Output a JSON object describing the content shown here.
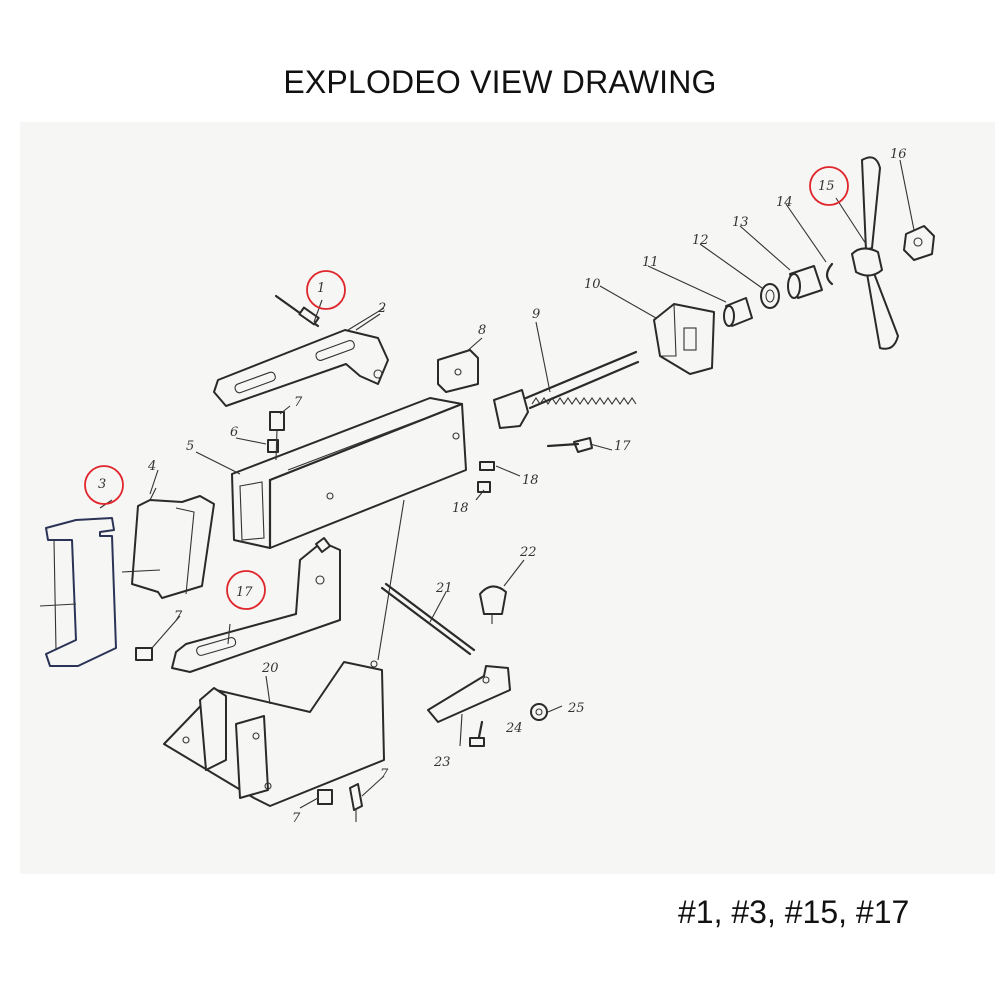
{
  "title": "EXPLODEO VIEW DRAWING",
  "caption": "#1, #3, #15, #17",
  "highlight_color": "#e0262b",
  "highlighted_parts": [
    "1",
    "3",
    "15",
    "17"
  ],
  "part_labels": [
    "1",
    "2",
    "3",
    "4",
    "5",
    "6",
    "7",
    "7",
    "7",
    "7",
    "8",
    "9",
    "10",
    "11",
    "12",
    "13",
    "14",
    "15",
    "16",
    "17",
    "17",
    "18",
    "18",
    "20",
    "21",
    "22",
    "23",
    "24",
    "25"
  ]
}
